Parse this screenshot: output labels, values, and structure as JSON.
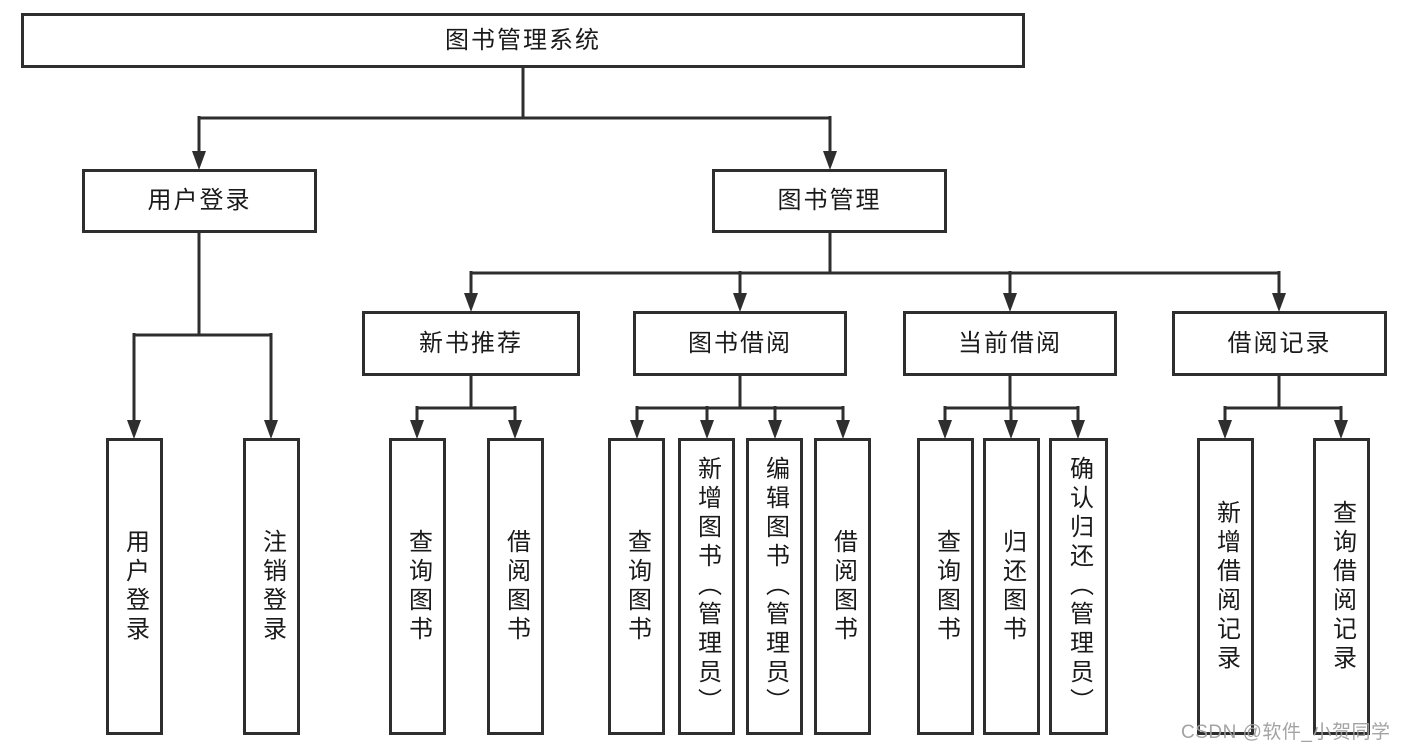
{
  "tree": {
    "label": "图书管理系统",
    "children": [
      {
        "label": "用户登录",
        "children": [
          {
            "label": "用户登录"
          },
          {
            "label": "注销登录"
          }
        ]
      },
      {
        "label": "图书管理",
        "children": [
          {
            "label": "新书推荐",
            "children": [
              {
                "label": "查询图书"
              },
              {
                "label": "借阅图书"
              }
            ]
          },
          {
            "label": "图书借阅",
            "children": [
              {
                "label": "查询图书"
              },
              {
                "label": "新增图书（管理员）"
              },
              {
                "label": "编辑图书（管理员）"
              },
              {
                "label": "借阅图书"
              }
            ]
          },
          {
            "label": "当前借阅",
            "children": [
              {
                "label": "查询图书"
              },
              {
                "label": "归还图书"
              },
              {
                "label": "确认归还（管理员）"
              }
            ]
          },
          {
            "label": "借阅记录",
            "children": [
              {
                "label": "新增借阅记录"
              },
              {
                "label": "查询借阅记录"
              }
            ]
          }
        ]
      }
    ]
  },
  "watermark": {
    "text": "CSDN @软件_小贺同学"
  },
  "colors": {
    "line": "#2e2e2e",
    "box_border": "#2e2e2e",
    "text": "#1a1a1a",
    "watermark": "#9e9e9e",
    "background": "#ffffff"
  }
}
